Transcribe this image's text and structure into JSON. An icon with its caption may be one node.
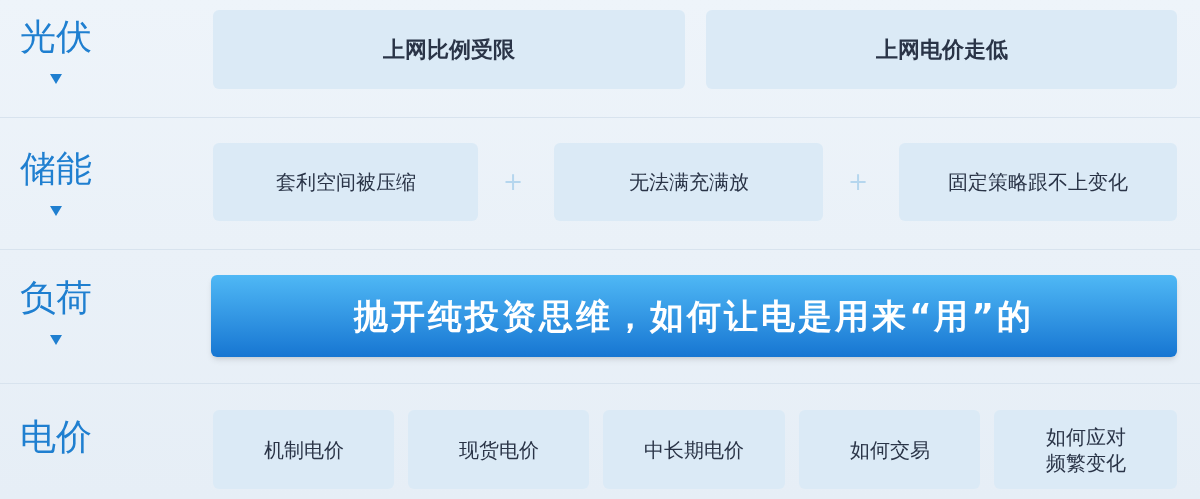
{
  "diagram": {
    "nodes": [
      {
        "text": [
          "光伏"
        ]
      },
      {
        "text": [
          "上网比例受限"
        ]
      },
      {
        "text": [
          "上网电价走低"
        ]
      },
      {
        "text": [
          "储能"
        ]
      },
      {
        "text": [
          "套利空间被压缩"
        ]
      },
      {
        "text": [
          "无法满充满放"
        ]
      },
      {
        "text": [
          "固定策略跟不上变化"
        ]
      },
      {
        "text": [
          "负荷"
        ]
      },
      {
        "text": [
          "抛开纯投资思维，如何让电是用来“用”的"
        ]
      },
      {
        "text": [
          "电价"
        ]
      },
      {
        "text": [
          "机制电价"
        ]
      },
      {
        "text": [
          "现货电价"
        ]
      },
      {
        "text": [
          "中长期电价"
        ]
      },
      {
        "text": [
          "如何交易"
        ]
      },
      {
        "text": [
          "如何应对频繁变化"
        ]
      }
    ],
    "labels": [
      "+",
      "+"
    ]
  }
}
